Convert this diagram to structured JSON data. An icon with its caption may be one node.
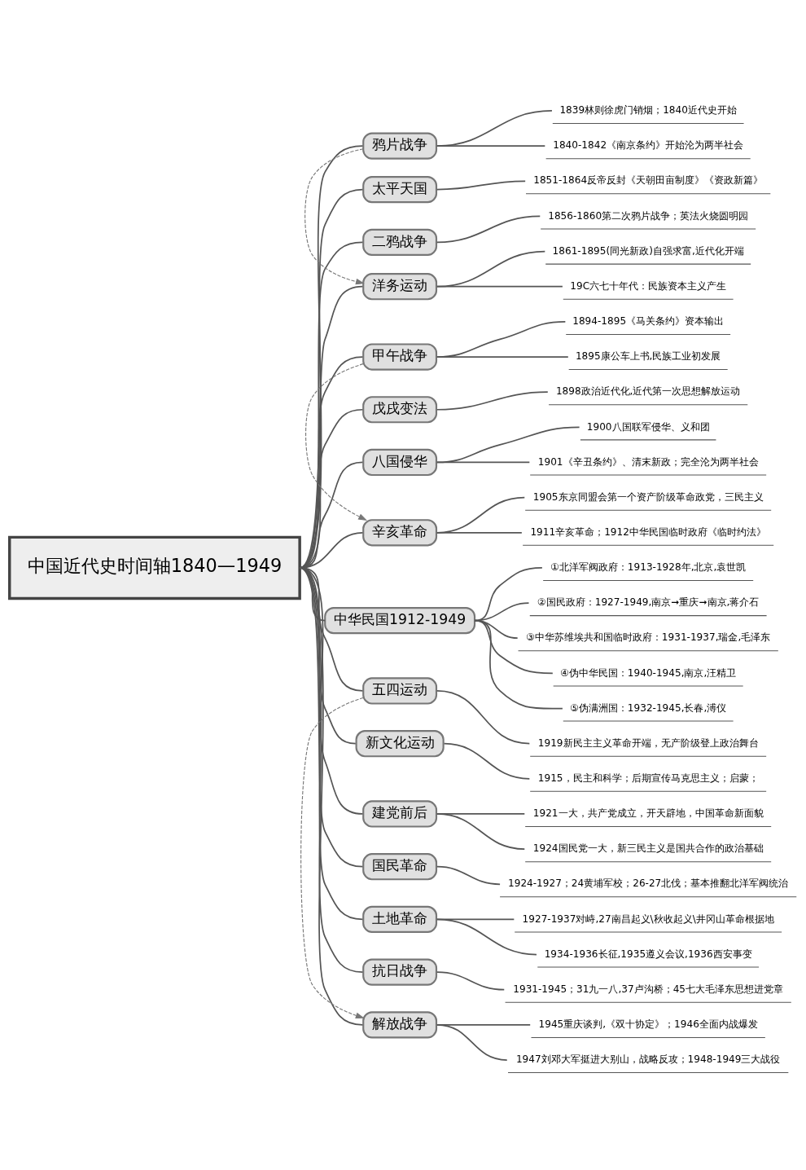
{
  "diagram": {
    "nodes": [
      {
        "text": [
          "中国近代史时间轴1840—1949"
        ]
      },
      {
        "text": [
          "鸦片战争"
        ]
      },
      {
        "text": [
          "1839林则徐虎门销烟；1840近代史开始"
        ]
      },
      {
        "text": [
          "1840-1842《南京条约》开始沦为两半社会"
        ]
      },
      {
        "text": [
          "太平天国"
        ]
      },
      {
        "text": [
          "1851-1864反帝反封《天朝田亩制度》《资政新篇》"
        ]
      },
      {
        "text": [
          "二鸦战争"
        ]
      },
      {
        "text": [
          "1856-1860第二次鸦片战争；英法火烧圆明园"
        ]
      },
      {
        "text": [
          "洋务运动"
        ]
      },
      {
        "text": [
          "1861-1895(同光新政)自强求富,近代化开端"
        ]
      },
      {
        "text": [
          "19C六七十年代：民族资本主义产生"
        ]
      },
      {
        "text": [
          "甲午战争"
        ]
      },
      {
        "text": [
          "1894-1895《马关条约》资本输出"
        ]
      },
      {
        "text": [
          "1895康公车上书,民族工业初发展"
        ]
      },
      {
        "text": [
          "戊戌变法"
        ]
      },
      {
        "text": [
          "1898政治近代化,近代第一次思想解放运动"
        ]
      },
      {
        "text": [
          "八国侵华"
        ]
      },
      {
        "text": [
          "1900八国联军侵华、义和团"
        ]
      },
      {
        "text": [
          "1901《辛丑条约》、清末新政；完全沦为两半社会"
        ]
      },
      {
        "text": [
          "辛亥革命"
        ]
      },
      {
        "text": [
          "1905东京同盟会第一个资产阶级革命政党，三民主义"
        ]
      },
      {
        "text": [
          "1911辛亥革命；1912中华民国临时政府《临时约法》"
        ]
      },
      {
        "text": [
          "中华民国1912-1949"
        ]
      },
      {
        "text": [
          "①北洋军阀政府：1913-1928年,北京,袁世凯"
        ]
      },
      {
        "text": [
          "②国民政府：1927-1949,南京➞重庆➞南京,蒋介石"
        ]
      },
      {
        "text": [
          "③中华苏维埃共和国临时政府：1931-1937,瑞金,毛泽东"
        ]
      },
      {
        "text": [
          "④伪中华民国：1940-1945,南京,汪精卫"
        ]
      },
      {
        "text": [
          "⑤伪满洲国：1932-1945,长春,溥仪"
        ]
      },
      {
        "text": [
          "五四运动"
        ]
      },
      {
        "text": [
          "1919新民主主义革命开端，无产阶级登上政治舞台"
        ]
      },
      {
        "text": [
          "新文化运动"
        ]
      },
      {
        "text": [
          "1915，民主和科学；后期宣传马克思主义；启蒙；"
        ]
      },
      {
        "text": [
          "建党前后"
        ]
      },
      {
        "text": [
          "1921一大，共产党成立，开天辟地，中国革命新面貌"
        ]
      },
      {
        "text": [
          "1924国民党一大，新三民主义是国共合作的政治基础"
        ]
      },
      {
        "text": [
          "国民革命"
        ]
      },
      {
        "text": [
          "1924-1927；24黄埔军校；26-27北伐；基本推翻北洋军阀统治"
        ]
      },
      {
        "text": [
          "土地革命"
        ]
      },
      {
        "text": [
          "1927-1937对峙,27南昌起义\\秋收起义\\井冈山革命根据地"
        ]
      },
      {
        "text": [
          "1934-1936长征,1935遵义会议,1936西安事变"
        ]
      },
      {
        "text": [
          "抗日战争"
        ]
      },
      {
        "text": [
          "1931-1945；31九一八,37卢沟桥；45七大毛泽东思想进党章"
        ]
      },
      {
        "text": [
          "解放战争"
        ]
      },
      {
        "text": [
          "1945重庆谈判,《双十协定》；1946全面内战爆发"
        ]
      },
      {
        "text": [
          "1947刘邓大军挺进大别山，战略反攻；1948-1949三大战役"
        ]
      }
    ],
    "edges": [
      {
        "from": 0,
        "to": 1,
        "arrow": "none"
      },
      {
        "from": 1,
        "to": 2,
        "arrow": "none"
      },
      {
        "from": 1,
        "to": 3,
        "arrow": "none"
      },
      {
        "from": 0,
        "to": 4,
        "arrow": "none"
      },
      {
        "from": 4,
        "to": 5,
        "arrow": "none"
      },
      {
        "from": 0,
        "to": 6,
        "arrow": "none"
      },
      {
        "from": 6,
        "to": 7,
        "arrow": "none"
      },
      {
        "from": 0,
        "to": 8,
        "arrow": "none"
      },
      {
        "from": 8,
        "to": 9,
        "arrow": "none"
      },
      {
        "from": 8,
        "to": 10,
        "arrow": "none"
      },
      {
        "from": 0,
        "to": 11,
        "arrow": "none"
      },
      {
        "from": 11,
        "to": 12,
        "arrow": "none"
      },
      {
        "from": 11,
        "to": 13,
        "arrow": "none"
      },
      {
        "from": 0,
        "to": 14,
        "arrow": "none"
      },
      {
        "from": 14,
        "to": 15,
        "arrow": "none"
      },
      {
        "from": 0,
        "to": 16,
        "arrow": "none"
      },
      {
        "from": 16,
        "to": 17,
        "arrow": "none"
      },
      {
        "from": 16,
        "to": 18,
        "arrow": "none"
      },
      {
        "from": 0,
        "to": 19,
        "arrow": "none"
      },
      {
        "from": 19,
        "to": 20,
        "arrow": "none"
      },
      {
        "from": 19,
        "to": 21,
        "arrow": "none"
      },
      {
        "from": 0,
        "to": 22,
        "arrow": "none"
      },
      {
        "from": 22,
        "to": 23,
        "arrow": "none"
      },
      {
        "from": 22,
        "to": 24,
        "arrow": "none"
      },
      {
        "from": 22,
        "to": 25,
        "arrow": "none"
      },
      {
        "from": 22,
        "to": 26,
        "arrow": "none"
      },
      {
        "from": 22,
        "to": 27,
        "arrow": "none"
      },
      {
        "from": 0,
        "to": 28,
        "arrow": "none"
      },
      {
        "from": 28,
        "to": 29,
        "arrow": "none"
      },
      {
        "from": 0,
        "to": 30,
        "arrow": "none"
      },
      {
        "from": 30,
        "to": 31,
        "arrow": "none"
      },
      {
        "from": 0,
        "to": 32,
        "arrow": "none"
      },
      {
        "from": 32,
        "to": 33,
        "arrow": "none"
      },
      {
        "from": 32,
        "to": 34,
        "arrow": "none"
      },
      {
        "from": 0,
        "to": 35,
        "arrow": "none"
      },
      {
        "from": 35,
        "to": 36,
        "arrow": "none"
      },
      {
        "from": 0,
        "to": 37,
        "arrow": "none"
      },
      {
        "from": 37,
        "to": 38,
        "arrow": "none"
      },
      {
        "from": 37,
        "to": 39,
        "arrow": "none"
      },
      {
        "from": 0,
        "to": 40,
        "arrow": "none"
      },
      {
        "from": 40,
        "to": 41,
        "arrow": "none"
      },
      {
        "from": 0,
        "to": 42,
        "arrow": "none"
      },
      {
        "from": 42,
        "to": 43,
        "arrow": "none"
      },
      {
        "from": 42,
        "to": 44,
        "arrow": "none"
      },
      {
        "from": 1,
        "to": 8,
        "arrow": "to",
        "style": "dashed"
      },
      {
        "from": 11,
        "to": 19,
        "arrow": "to",
        "style": "dashed"
      },
      {
        "from": 28,
        "to": 42,
        "arrow": "to",
        "style": "dashed"
      }
    ]
  }
}
